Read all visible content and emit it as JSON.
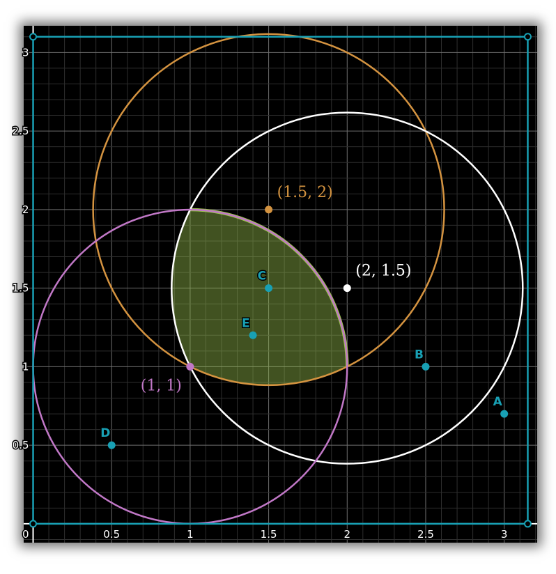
{
  "chart_data": {
    "type": "scatter",
    "title": "",
    "xlabel": "",
    "ylabel": "",
    "xlim": [
      -0.06,
      3.21
    ],
    "ylim": [
      -0.12,
      3.17
    ],
    "grid": true,
    "x_ticks": [
      0,
      0.5,
      1,
      1.5,
      2,
      2.5,
      3
    ],
    "x_tick_labels": [
      "0",
      "0.5",
      "1",
      "1.5",
      "2",
      "2.5",
      "3"
    ],
    "y_ticks": [
      0.5,
      1,
      1.5,
      2,
      2.5,
      3
    ],
    "y_tick_labels": [
      "0.5",
      "1",
      "1.5",
      "2",
      "2.5",
      "3"
    ],
    "bounding_rectangle": {
      "x": [
        0,
        3.15
      ],
      "y": [
        0,
        3.1
      ],
      "color": "#18a0b4"
    },
    "circles": [
      {
        "center": [
          1.5,
          2
        ],
        "radius": 1.118,
        "color": "#d49340",
        "center_label": "(1.5, 2)"
      },
      {
        "center": [
          2,
          1.5
        ],
        "radius": 1.118,
        "color": "#ffffff",
        "center_label": "(2, 1.5)"
      },
      {
        "center": [
          1,
          1
        ],
        "radius": 1.0,
        "color": "#c178c7",
        "center_label": "(1, 1)"
      }
    ],
    "intersection_region": {
      "color": "#9bc34e",
      "fill": "#9bc34e"
    },
    "points": [
      {
        "name": "A",
        "x": 3.0,
        "y": 0.7,
        "color": "#18a0b4"
      },
      {
        "name": "B",
        "x": 2.5,
        "y": 1.0,
        "color": "#18a0b4"
      },
      {
        "name": "C",
        "x": 1.5,
        "y": 1.5,
        "color": "#18a0b4"
      },
      {
        "name": "D",
        "x": 0.5,
        "y": 0.5,
        "color": "#18a0b4"
      },
      {
        "name": "E",
        "x": 1.4,
        "y": 1.2,
        "color": "#18a0b4"
      }
    ]
  }
}
